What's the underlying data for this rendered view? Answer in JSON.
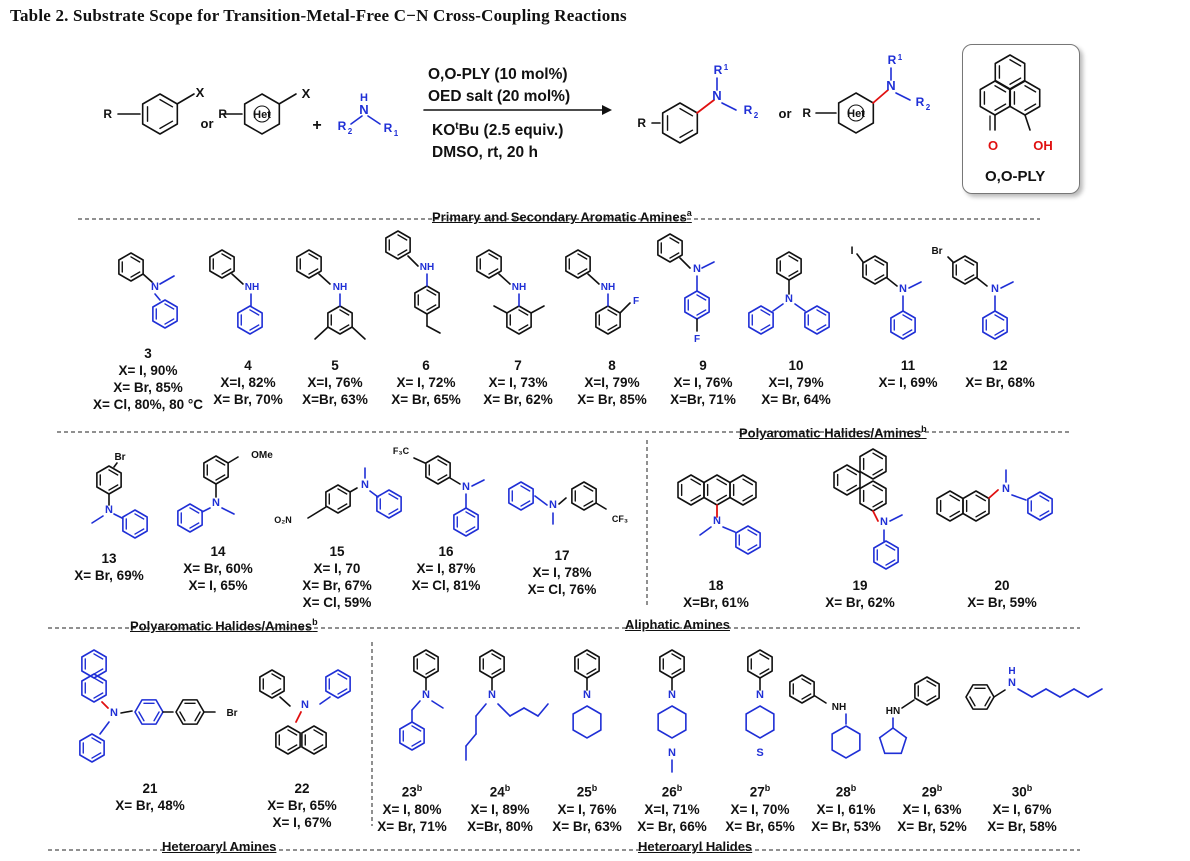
{
  "title": "Table 2. Substrate Scope for Transition-Metal-Free C−N Cross-Coupling Reactions",
  "scheme": {
    "conditions": [
      "O,O-PLY (10 mol%)",
      "OED salt (20 mol%)",
      "KO",
      "t",
      "Bu (2.5 equiv.)",
      "DMSO, rt, 20 h"
    ],
    "or": "or",
    "plus": "+",
    "het": "Het",
    "catalyst_label": "O,O-PLY",
    "catalyst_atoms": [
      "O",
      "OH"
    ]
  },
  "sections": [
    {
      "label": "Primary and Secondary Aromatic Amines",
      "note": "a"
    },
    {
      "label": "Polyaromatic Halides/Amines",
      "note": "b"
    },
    {
      "label": "Polyaromatic Halides/Amines",
      "note": "b"
    },
    {
      "label": "Aliphatic Amines",
      "note": ""
    },
    {
      "label": "Heteroaryl Amines",
      "note": ""
    },
    {
      "label": "Heteroaryl Halides",
      "note": ""
    }
  ],
  "compounds": [
    {
      "no": "3",
      "note": "",
      "yields": [
        "X= I, 90%",
        "X= Br, 85%",
        "X= Cl, 80%, 80 °C"
      ]
    },
    {
      "no": "4",
      "note": "",
      "yields": [
        "X=I, 82%",
        "X= Br, 70%"
      ]
    },
    {
      "no": "5",
      "note": "",
      "yields": [
        "X=I, 76%",
        "X=Br, 63%"
      ]
    },
    {
      "no": "6",
      "note": "",
      "yields": [
        "X= I, 72%",
        "X= Br, 65%"
      ]
    },
    {
      "no": "7",
      "note": "",
      "yields": [
        "X= I, 73%",
        "X= Br, 62%"
      ]
    },
    {
      "no": "8",
      "note": "",
      "yields": [
        "X=I, 79%",
        "X= Br, 85%"
      ]
    },
    {
      "no": "9",
      "note": "",
      "yields": [
        "X= I, 76%",
        "X=Br, 71%"
      ]
    },
    {
      "no": "10",
      "note": "",
      "yields": [
        "X=I, 79%",
        "X= Br, 64%"
      ]
    },
    {
      "no": "11",
      "note": "",
      "yields": [
        "X= I, 69%"
      ]
    },
    {
      "no": "12",
      "note": "",
      "yields": [
        "X= Br, 68%"
      ]
    },
    {
      "no": "13",
      "note": "",
      "yields": [
        "X= Br, 69%"
      ]
    },
    {
      "no": "14",
      "note": "",
      "yields": [
        "X= Br, 60%",
        "X= I, 65%"
      ]
    },
    {
      "no": "15",
      "note": "",
      "yields": [
        "X= I, 70",
        "X= Br, 67%",
        "X= Cl, 59%"
      ]
    },
    {
      "no": "16",
      "note": "",
      "yields": [
        "X= I, 87%",
        "X= Cl, 81%"
      ]
    },
    {
      "no": "17",
      "note": "",
      "yields": [
        "X= I, 78%",
        "X= Cl, 76%"
      ]
    },
    {
      "no": "18",
      "note": "",
      "yields": [
        "X=Br, 61%"
      ]
    },
    {
      "no": "19",
      "note": "",
      "yields": [
        "X= Br, 62%"
      ]
    },
    {
      "no": "20",
      "note": "",
      "yields": [
        "X= Br, 59%"
      ]
    },
    {
      "no": "21",
      "note": "",
      "yields": [
        "X= Br, 48%"
      ]
    },
    {
      "no": "22",
      "note": "",
      "yields": [
        "X= Br, 65%",
        "X= I, 67%"
      ]
    },
    {
      "no": "23",
      "note": "b",
      "yields": [
        "X= I, 80%",
        "X= Br, 71%"
      ]
    },
    {
      "no": "24",
      "note": "b",
      "yields": [
        "X= I, 89%",
        "X=Br, 80%"
      ]
    },
    {
      "no": "25",
      "note": "b",
      "yields": [
        "X= I, 76%",
        "X= Br, 63%"
      ]
    },
    {
      "no": "26",
      "note": "b",
      "yields": [
        "X=I, 71%",
        "X= Br, 66%"
      ]
    },
    {
      "no": "27",
      "note": "b",
      "yields": [
        "X= I, 70%",
        "X= Br, 65%"
      ]
    },
    {
      "no": "28",
      "note": "b",
      "yields": [
        "X= I, 61%",
        "X= Br, 53%"
      ]
    },
    {
      "no": "29",
      "note": "b",
      "yields": [
        "X= I, 63%",
        "X= Br, 52%"
      ]
    },
    {
      "no": "30",
      "note": "b",
      "yields": [
        "X= I, 67%",
        "X= Br, 58%"
      ]
    }
  ],
  "colors": {
    "amine": "#1f2fd6",
    "bond_new": "#e01010",
    "oxygen": "#e01010",
    "text": "#111111"
  }
}
